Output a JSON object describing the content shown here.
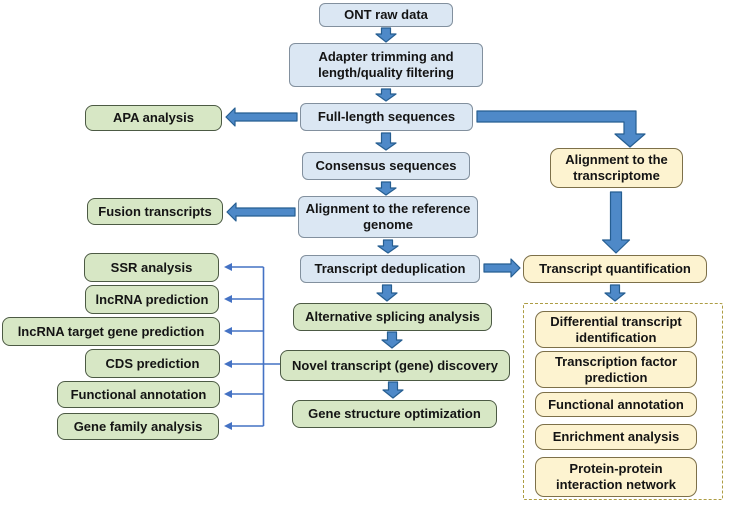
{
  "diagram_type": "flowchart",
  "nodes": {
    "ont": {
      "label": "ONT raw data",
      "type": "blue"
    },
    "adapter": {
      "label": "Adapter trimming and length/quality filtering",
      "type": "blue"
    },
    "fulllen": {
      "label": "Full-length sequences",
      "type": "blue"
    },
    "consensus": {
      "label": "Consensus sequences",
      "type": "blue"
    },
    "alignref": {
      "label": "Alignment to the reference genome",
      "type": "blue"
    },
    "dedup": {
      "label": "Transcript deduplication",
      "type": "blue"
    },
    "apa": {
      "label": "APA analysis",
      "type": "green"
    },
    "fusion": {
      "label": "Fusion transcripts",
      "type": "green"
    },
    "ssr": {
      "label": "SSR analysis",
      "type": "green"
    },
    "lncpred": {
      "label": "lncRNA prediction",
      "type": "green"
    },
    "lnctarget": {
      "label": "lncRNA target gene prediction",
      "type": "green"
    },
    "cds": {
      "label": "CDS prediction",
      "type": "green"
    },
    "funcann1": {
      "label": "Functional annotation",
      "type": "green"
    },
    "genefam": {
      "label": "Gene family analysis",
      "type": "green"
    },
    "altsplice": {
      "label": "Alternative splicing analysis",
      "type": "green"
    },
    "novel": {
      "label": "Novel transcript (gene) discovery",
      "type": "green"
    },
    "genestruct": {
      "label": "Gene structure optimization",
      "type": "green"
    },
    "aligntrans": {
      "label": "Alignment to the transcriptome",
      "type": "yellow"
    },
    "quant": {
      "label": "Transcript quantification",
      "type": "yellow"
    },
    "diffid": {
      "label": "Differential transcript identification",
      "type": "yellow"
    },
    "tfpred": {
      "label": "Transcription factor prediction",
      "type": "yellow"
    },
    "funcann2": {
      "label": "Functional annotation",
      "type": "yellow"
    },
    "enrich": {
      "label": "Enrichment analysis",
      "type": "yellow"
    },
    "ppi": {
      "label": "Protein-protein interaction network",
      "type": "yellow"
    }
  },
  "edges": [
    {
      "from": "ont",
      "to": "adapter"
    },
    {
      "from": "adapter",
      "to": "fulllen"
    },
    {
      "from": "fulllen",
      "to": "apa"
    },
    {
      "from": "fulllen",
      "to": "consensus"
    },
    {
      "from": "fulllen",
      "to": "aligntrans"
    },
    {
      "from": "consensus",
      "to": "alignref"
    },
    {
      "from": "alignref",
      "to": "fusion"
    },
    {
      "from": "alignref",
      "to": "dedup"
    },
    {
      "from": "dedup",
      "to": "quant"
    },
    {
      "from": "dedup",
      "to": "altsplice"
    },
    {
      "from": "aligntrans",
      "to": "quant"
    },
    {
      "from": "quant",
      "to": "downstream-panel"
    },
    {
      "from": "altsplice",
      "to": "novel"
    },
    {
      "from": "novel",
      "to": "genestruct"
    },
    {
      "from": "novel",
      "to": "ssr"
    },
    {
      "from": "novel",
      "to": "lncpred"
    },
    {
      "from": "novel",
      "to": "lnctarget"
    },
    {
      "from": "novel",
      "to": "cds"
    },
    {
      "from": "novel",
      "to": "funcann1"
    },
    {
      "from": "novel",
      "to": "genefam"
    }
  ],
  "colors": {
    "blue_fill": "#dbe7f3",
    "blue_border": "#82909e",
    "green_fill": "#d7e7c5",
    "green_border": "#4c5a44",
    "yellow_fill": "#fdf3d0",
    "yellow_border": "#7d7049",
    "arrow_fill": "#4e89c8",
    "arrow_stroke": "#265e91",
    "thin_arrow": "#4472c4",
    "dashed_border": "#ad9d44"
  }
}
